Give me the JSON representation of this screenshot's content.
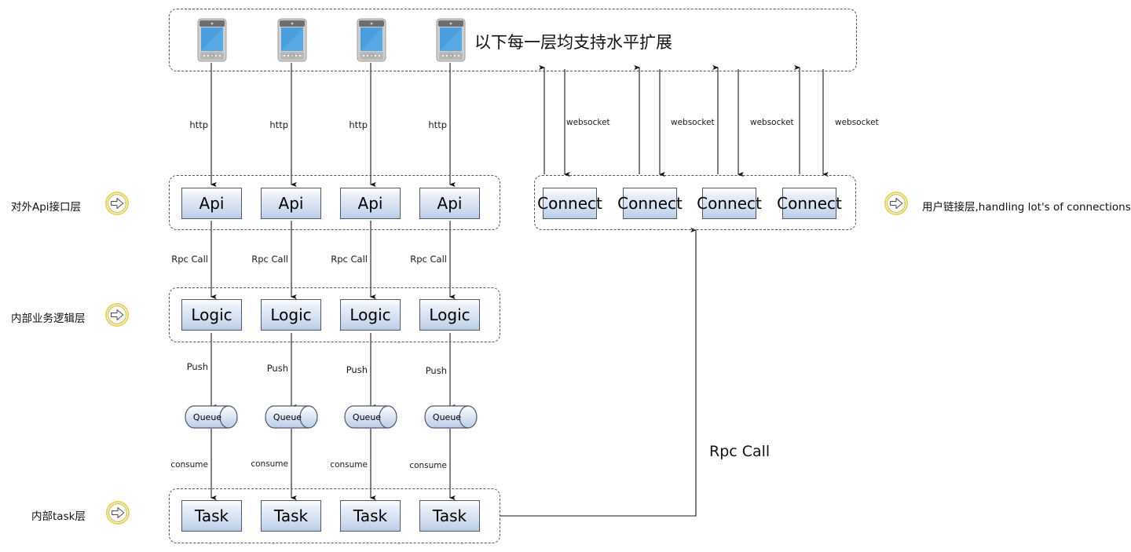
{
  "diagram": {
    "title_note": "以下每一层均支持水平扩展",
    "rows": [
      {
        "label": "对外Api接口层",
        "badge_icon": "right-arrow-badge-icon"
      },
      {
        "label": "内部业务逻辑层",
        "badge_icon": "right-arrow-badge-icon"
      },
      {
        "label": "内部task层",
        "badge_icon": "right-arrow-badge-icon"
      }
    ],
    "right_label": {
      "text": "用户链接层,handling lot's of connections",
      "badge_icon": "right-arrow-badge-icon"
    },
    "clients": [
      {
        "icon": "mobile-phone-icon"
      },
      {
        "icon": "mobile-phone-icon"
      },
      {
        "icon": "mobile-phone-icon"
      },
      {
        "icon": "mobile-phone-icon"
      }
    ],
    "api_nodes": [
      {
        "label": "Api"
      },
      {
        "label": "Api"
      },
      {
        "label": "Api"
      },
      {
        "label": "Api"
      }
    ],
    "connect_nodes": [
      {
        "label": "Connect"
      },
      {
        "label": "Connect"
      },
      {
        "label": "Connect"
      },
      {
        "label": "Connect"
      }
    ],
    "logic_nodes": [
      {
        "label": "Logic"
      },
      {
        "label": "Logic"
      },
      {
        "label": "Logic"
      },
      {
        "label": "Logic"
      }
    ],
    "queue_nodes": [
      {
        "label": "Queue"
      },
      {
        "label": "Queue"
      },
      {
        "label": "Queue"
      },
      {
        "label": "Queue"
      }
    ],
    "task_nodes": [
      {
        "label": "Task"
      },
      {
        "label": "Task"
      },
      {
        "label": "Task"
      },
      {
        "label": "Task"
      }
    ],
    "edge_labels": {
      "http": [
        "http",
        "http",
        "http",
        "http"
      ],
      "websocket": [
        "websocket",
        "websocket",
        "websocket",
        "websocket"
      ],
      "rpc_call": [
        "Rpc Call",
        "Rpc Call",
        "Rpc Call",
        "Rpc Call"
      ],
      "push": [
        "Push",
        "Push",
        "Push",
        "Push"
      ],
      "consume": [
        "consume",
        "consume",
        "consume",
        "consume"
      ],
      "task_to_connect": "Rpc Call"
    },
    "colors": {
      "node_border": "#52576b",
      "node_fill_top": "#ffffff",
      "node_fill_bottom": "#bacde6",
      "group_border": "#555555",
      "badge_gold": "#d9c440",
      "line": "#1a1a1a",
      "phone_screen": "#4a9ede"
    }
  }
}
